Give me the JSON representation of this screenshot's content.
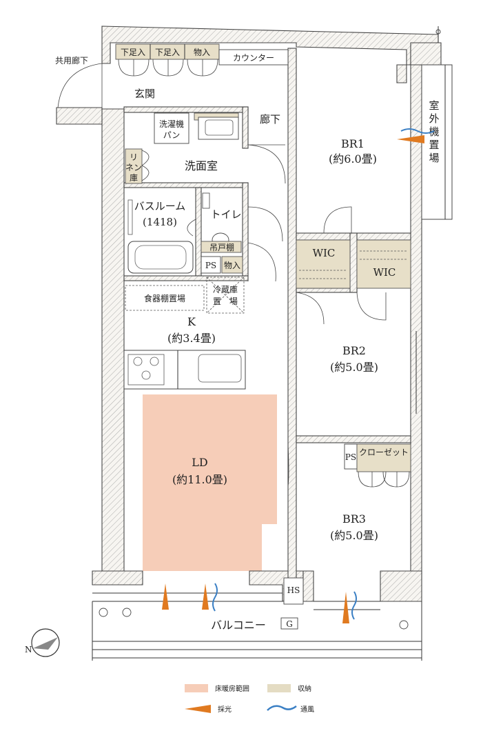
{
  "rooms": {
    "common_corridor": "共用廊下",
    "entrance": "玄関",
    "shoe_storage_1": "下足入",
    "shoe_storage_2": "下足入",
    "storage_entry": "物入",
    "counter": "カウンター",
    "hallway": "廊下",
    "washer_pan": "洗濯機\nパン",
    "linen": "リネン庫",
    "washroom": "洗面室",
    "bathroom": "バスルーム",
    "bathroom_size": "(1418)",
    "toilet": "トイレ",
    "hanging_shelf": "吊戸棚",
    "ps1": "PS",
    "storage_toilet": "物入",
    "dish_shelf": "食器棚置場",
    "fridge": "冷蔵庫\n置　場",
    "kitchen": "K",
    "kitchen_size": "(約3.4畳)",
    "ld": "LD",
    "ld_size": "(約11.0畳)",
    "br1": "BR1",
    "br1_size": "(約6.0畳)",
    "outdoor_unit": "室外機置場",
    "wic1": "WIC",
    "wic2": "WIC",
    "br2": "BR2",
    "br2_size": "(約5.0畳)",
    "ps2": "PS",
    "closet": "クローゼット",
    "br3": "BR3",
    "br3_size": "(約5.0畳)",
    "hs": "HS",
    "g": "G",
    "balcony": "バルコニー"
  },
  "legend": {
    "floor_heating": "床暖房範囲",
    "storage": "収納",
    "daylight": "採光",
    "ventilation": "通風"
  },
  "colors": {
    "floor_heating": "#f6cdb8",
    "storage": "#e4dcc3",
    "daylight": "#e07a20",
    "ventilation": "#3a7fc4"
  },
  "compass": "N"
}
